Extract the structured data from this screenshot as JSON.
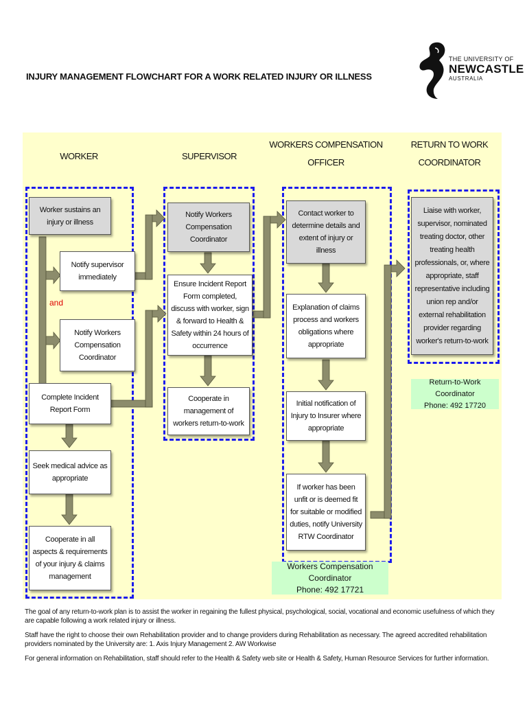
{
  "title": "INJURY MANAGEMENT FLOWCHART FOR A WORK RELATED INJURY OR ILLNESS",
  "logo": {
    "line1": "THE UNIVERSITY OF",
    "line2": "NEWCASTLE",
    "line3": "AUSTRALIA"
  },
  "columns": {
    "worker": "WORKER",
    "supervisor": "SUPERVISOR",
    "wco_line1": "WORKERS COMPENSATION",
    "wco_line2": "OFFICER",
    "rtw_line1": "RETURN TO WORK",
    "rtw_line2": "COORDINATOR"
  },
  "worker": {
    "sustains": "Worker sustains an injury or illness",
    "notify_supervisor": "Notify supervisor immediately",
    "and": "and",
    "notify_wcc": "Notify Workers Compensation Coordinator",
    "complete_form": "Complete Incident Report Form",
    "seek_medical": "Seek medical advice as appropriate",
    "cooperate": "Cooperate in all aspects & requirements of your injury & claims management"
  },
  "supervisor": {
    "notify_wcc": "Notify Workers Compensation Coordinator",
    "ensure_report": "Ensure Incident Report Form completed, discuss with worker, sign & forward to Health & Safety within 24 hours of occurrence",
    "cooperate": "Cooperate in management of workers return-to-work"
  },
  "wco": {
    "contact": "Contact worker to determine details and extent of injury or illness",
    "explanation": "Explanation of claims process and workers obligations where appropriate",
    "initial_notification": "Initial notification of Injury to Insurer where appropriate",
    "unfit": "If worker has been unfit or is deemed fit for suitable or modified duties, notify University RTW Coordinator",
    "contact_name": "Workers Compensation Coordinator",
    "contact_phone": "Phone: 492 17721"
  },
  "rtw": {
    "liaise": "Liaise with worker, supervisor, nominated treating doctor, other treating health professionals, or, where appropriate, staff representative including union rep and/or external rehabilitation provider regarding worker's return-to-work",
    "contact_name": "Return-to-Work Coordinator",
    "contact_phone": "Phone: 492 17720"
  },
  "notes": [
    "The goal of any return-to-work plan is to assist the worker in regaining the fullest physical, psychological, social, vocational and economic usefulness of which they are capable following a work related injury or illness.",
    "Staff have the right to choose their own Rehabilitation provider and to change providers during Rehabilitation as necessary. The agreed accredited rehabilitation providers nominated by the University are: 1. Axis Injury Management 2. AW Workwise",
    "For general information on Rehabilitation, staff should refer to the Health & Safety web site or Health & Safety, Human Resource Services for further information."
  ],
  "colors": {
    "canvas": "#ffffcc",
    "lane_border": "#1a1aee",
    "arrow": "#8c8c6c",
    "contact_bg": "#ccffcc",
    "and_text": "#dd0000"
  }
}
